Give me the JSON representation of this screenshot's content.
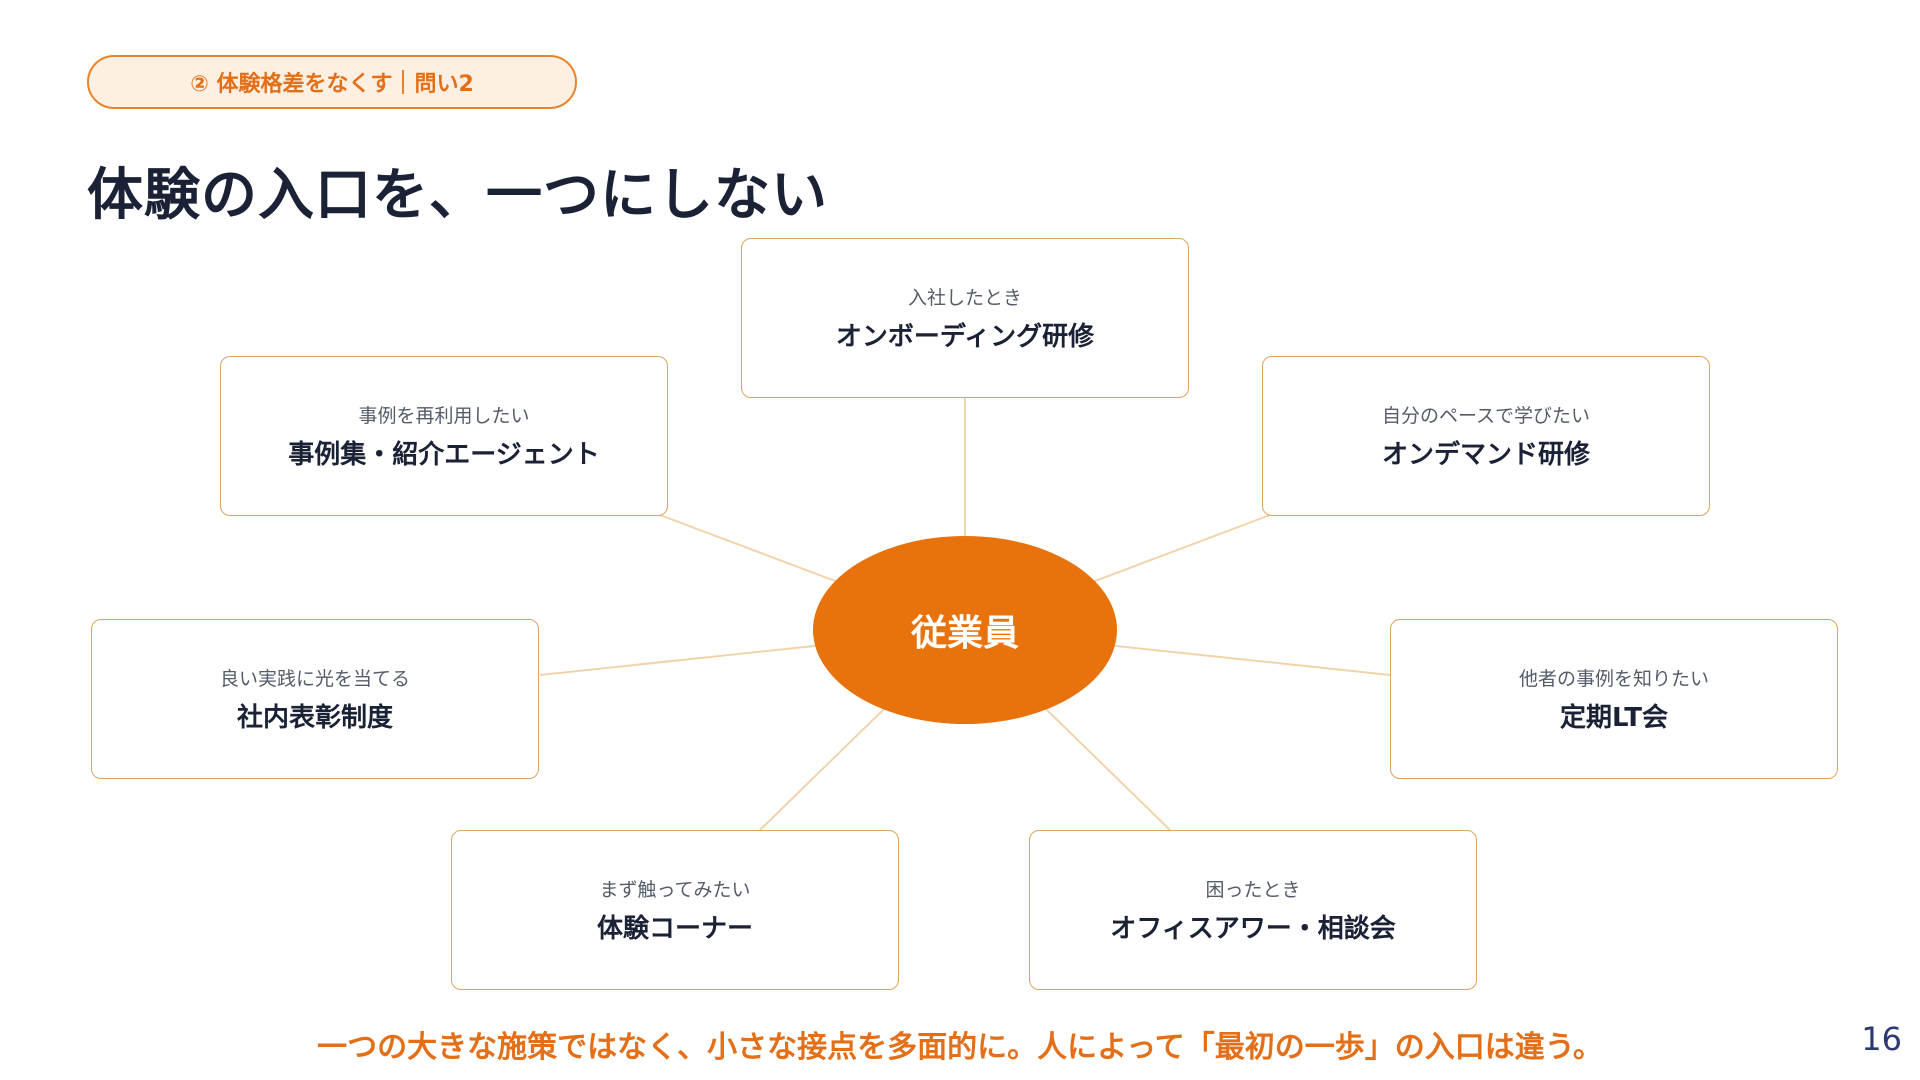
{
  "header": {
    "pill_left": "② 体験格差をなくす",
    "pill_right": "問い2"
  },
  "page_title": "体験の入口を、一つにしない",
  "center_node": "従業員",
  "nodes": [
    {
      "sub": "入社したとき",
      "main": "オンボーディング研修"
    },
    {
      "sub": "事例を再利用したい",
      "main": "事例集・紹介エージェント"
    },
    {
      "sub": "自分のペースで学びたい",
      "main": "オンデマンド研修"
    },
    {
      "sub": "良い実践に光を当てる",
      "main": "社内表彰制度"
    },
    {
      "sub": "他者の事例を知りたい",
      "main": "定期LT会"
    },
    {
      "sub": "まず触ってみたい",
      "main": "体験コーナー"
    },
    {
      "sub": "困ったとき",
      "main": "オフィスアワー・相談会"
    }
  ],
  "footer_message": "一つの大きな施策ではなく、小さな接点を多面的に。人によって「最初の一歩」の入口は違う。",
  "page_number": "16",
  "colors": {
    "accent": "#e8720c",
    "pill_bg": "#fdf0e2",
    "box_border": "#dca55f",
    "connector": "#f1d3ac",
    "title": "#1b2236",
    "page_number": "#2b3a73"
  }
}
